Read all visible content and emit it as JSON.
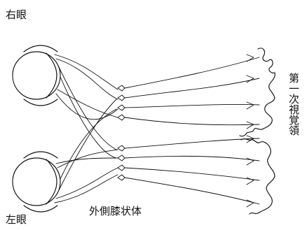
{
  "labels": {
    "right_eye": "右眼",
    "left_eye": "左眼",
    "lgn": "外側膝状体",
    "primary_visual_cortex": "第一次視覚領"
  },
  "colors": {
    "ink": "#111111",
    "background": "#ffffff"
  }
}
